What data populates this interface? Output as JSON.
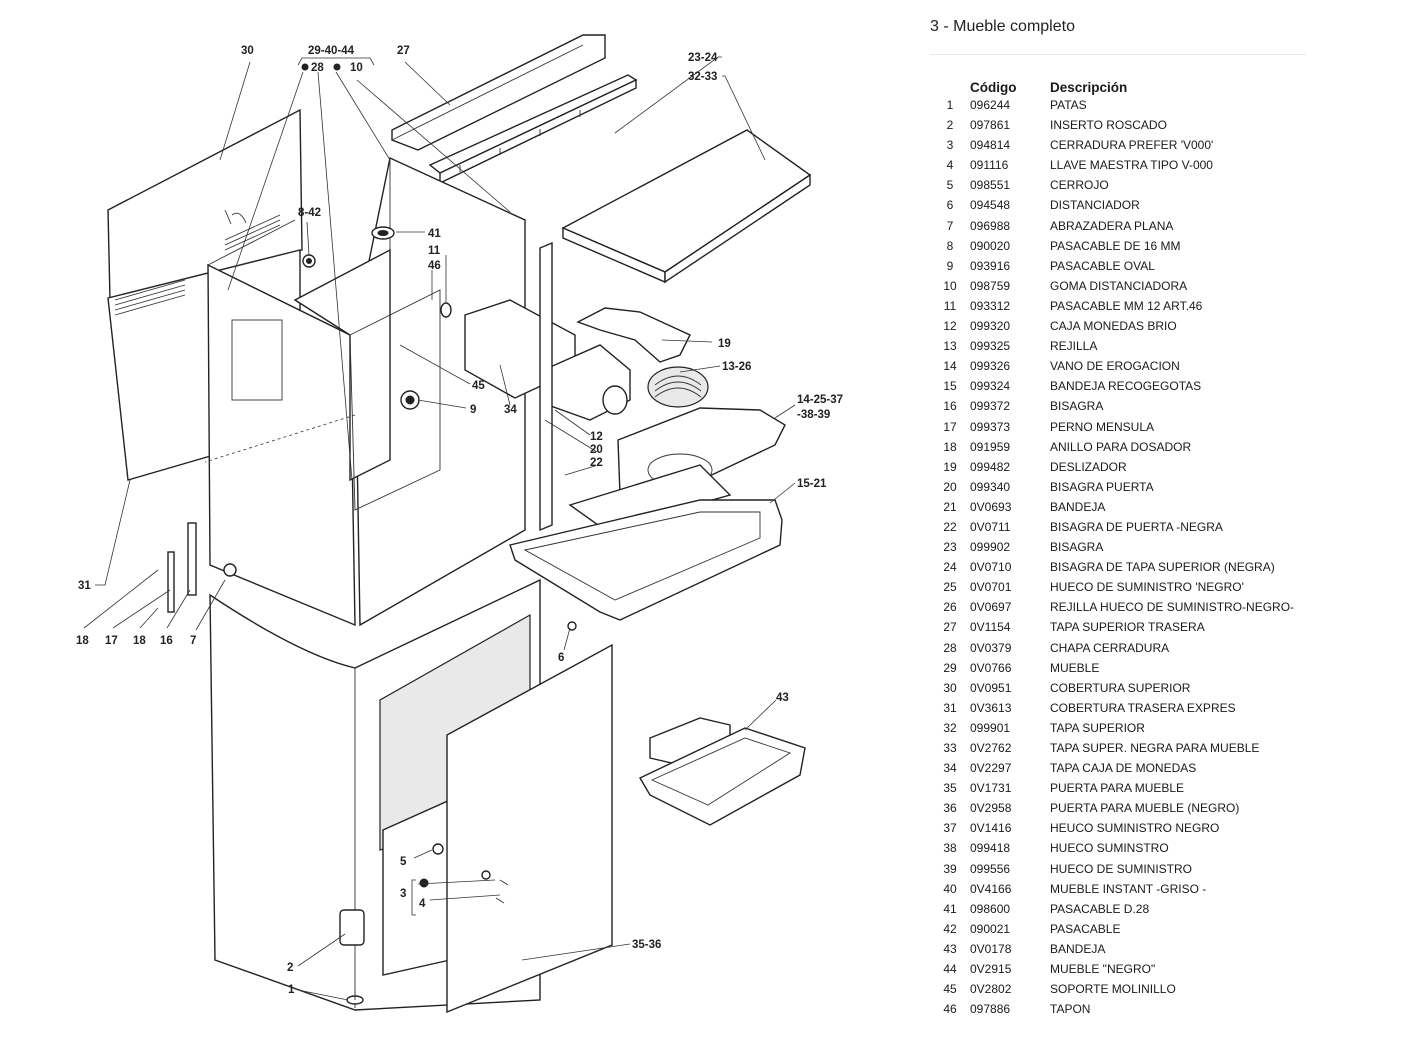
{
  "page": {
    "title": "3 - Mueble completo",
    "columns": {
      "num": "",
      "code": "Código",
      "desc": "Descripción"
    }
  },
  "parts": [
    {
      "n": "1",
      "code": "096244",
      "desc": "PATAS"
    },
    {
      "n": "2",
      "code": "097861",
      "desc": "INSERTO ROSCADO"
    },
    {
      "n": "3",
      "code": "094814",
      "desc": "CERRADURA PREFER 'V000'"
    },
    {
      "n": "4",
      "code": "091116",
      "desc": "LLAVE MAESTRA TIPO V-000"
    },
    {
      "n": "5",
      "code": "098551",
      "desc": "CERROJO"
    },
    {
      "n": "6",
      "code": "094548",
      "desc": "DISTANCIADOR"
    },
    {
      "n": "7",
      "code": "096988",
      "desc": "ABRAZADERA PLANA"
    },
    {
      "n": "8",
      "code": "090020",
      "desc": "PASACABLE DE 16 MM"
    },
    {
      "n": "9",
      "code": "093916",
      "desc": "PASACABLE OVAL"
    },
    {
      "n": "10",
      "code": "098759",
      "desc": "GOMA DISTANCIADORA"
    },
    {
      "n": "11",
      "code": "093312",
      "desc": "PASACABLE MM 12 ART.46"
    },
    {
      "n": "12",
      "code": "099320",
      "desc": "CAJA MONEDAS BRIO"
    },
    {
      "n": "13",
      "code": "099325",
      "desc": "REJILLA"
    },
    {
      "n": "14",
      "code": "099326",
      "desc": "VANO DE EROGACION"
    },
    {
      "n": "15",
      "code": "099324",
      "desc": "BANDEJA RECOGEGOTAS"
    },
    {
      "n": "16",
      "code": "099372",
      "desc": "BISAGRA"
    },
    {
      "n": "17",
      "code": "099373",
      "desc": "PERNO MENSULA"
    },
    {
      "n": "18",
      "code": "091959",
      "desc": "ANILLO PARA DOSADOR"
    },
    {
      "n": "19",
      "code": "099482",
      "desc": "DESLIZADOR"
    },
    {
      "n": "20",
      "code": "099340",
      "desc": "BISAGRA PUERTA"
    },
    {
      "n": "21",
      "code": "0V0693",
      "desc": "BANDEJA"
    },
    {
      "n": "22",
      "code": "0V0711",
      "desc": "BISAGRA DE PUERTA -NEGRA"
    },
    {
      "n": "23",
      "code": "099902",
      "desc": "BISAGRA"
    },
    {
      "n": "24",
      "code": "0V0710",
      "desc": "BISAGRA DE TAPA SUPERIOR (NEGRA)"
    },
    {
      "n": "25",
      "code": "0V0701",
      "desc": "HUECO DE SUMINISTRO 'NEGRO'"
    },
    {
      "n": "26",
      "code": "0V0697",
      "desc": "REJILLA HUECO DE SUMINISTRO-NEGRO-"
    },
    {
      "n": "27",
      "code": "0V1154",
      "desc": "TAPA SUPERIOR TRASERA"
    },
    {
      "n": "28",
      "code": "0V0379",
      "desc": "CHAPA CERRADURA"
    },
    {
      "n": "29",
      "code": "0V0766",
      "desc": "MUEBLE"
    },
    {
      "n": "30",
      "code": "0V0951",
      "desc": "COBERTURA SUPERIOR"
    },
    {
      "n": "31",
      "code": "0V3613",
      "desc": "COBERTURA TRASERA EXPRES"
    },
    {
      "n": "32",
      "code": "099901",
      "desc": "TAPA SUPERIOR"
    },
    {
      "n": "33",
      "code": "0V2762",
      "desc": "TAPA SUPER. NEGRA PARA MUEBLE"
    },
    {
      "n": "34",
      "code": "0V2297",
      "desc": "TAPA CAJA DE MONEDAS"
    },
    {
      "n": "35",
      "code": "0V1731",
      "desc": "PUERTA PARA MUEBLE"
    },
    {
      "n": "36",
      "code": "0V2958",
      "desc": "PUERTA PARA MUEBLE (NEGRO)"
    },
    {
      "n": "37",
      "code": "0V1416",
      "desc": "HEUCO SUMINISTRO NEGRO"
    },
    {
      "n": "38",
      "code": "099418",
      "desc": "HUECO SUMINSTRO"
    },
    {
      "n": "39",
      "code": "099556",
      "desc": "HUECO DE SUMINISTRO"
    },
    {
      "n": "40",
      "code": "0V4166",
      "desc": "MUEBLE INSTANT -GRISO -"
    },
    {
      "n": "41",
      "code": "098600",
      "desc": "PASACABLE D.28"
    },
    {
      "n": "42",
      "code": "090021",
      "desc": "PASACABLE"
    },
    {
      "n": "43",
      "code": "0V0178",
      "desc": "BANDEJA"
    },
    {
      "n": "44",
      "code": "0V2915",
      "desc": "MUEBLE \"NEGRO\""
    },
    {
      "n": "45",
      "code": "0V2802",
      "desc": "SOPORTE MOLINILLO"
    },
    {
      "n": "46",
      "code": "097886",
      "desc": "TAPON"
    }
  ],
  "diagram": {
    "callouts": {
      "c30": "30",
      "c29_40_44": "29-40-44",
      "c28": "28",
      "c10": "10",
      "c27": "27",
      "c23_24": "23-24",
      "c32_33": "32-33",
      "c8_42": "8-42",
      "c41": "41",
      "c11": "11",
      "c46": "46",
      "c19": "19",
      "c13_26": "13-26",
      "c14_25_37": "14-25-37",
      "c38_39": "-38-39",
      "c45": "45",
      "c9": "9",
      "c34": "34",
      "c12": "12",
      "c20": "20",
      "c22": "22",
      "c15_21": "15-21",
      "c31": "31",
      "c18a": "18",
      "c17": "17",
      "c18b": "18",
      "c16": "16",
      "c7": "7",
      "c6": "6",
      "c43": "43",
      "c5": "5",
      "c3": "3",
      "c4": "4",
      "c2": "2",
      "c1": "1",
      "c35_36": "35-36"
    }
  }
}
